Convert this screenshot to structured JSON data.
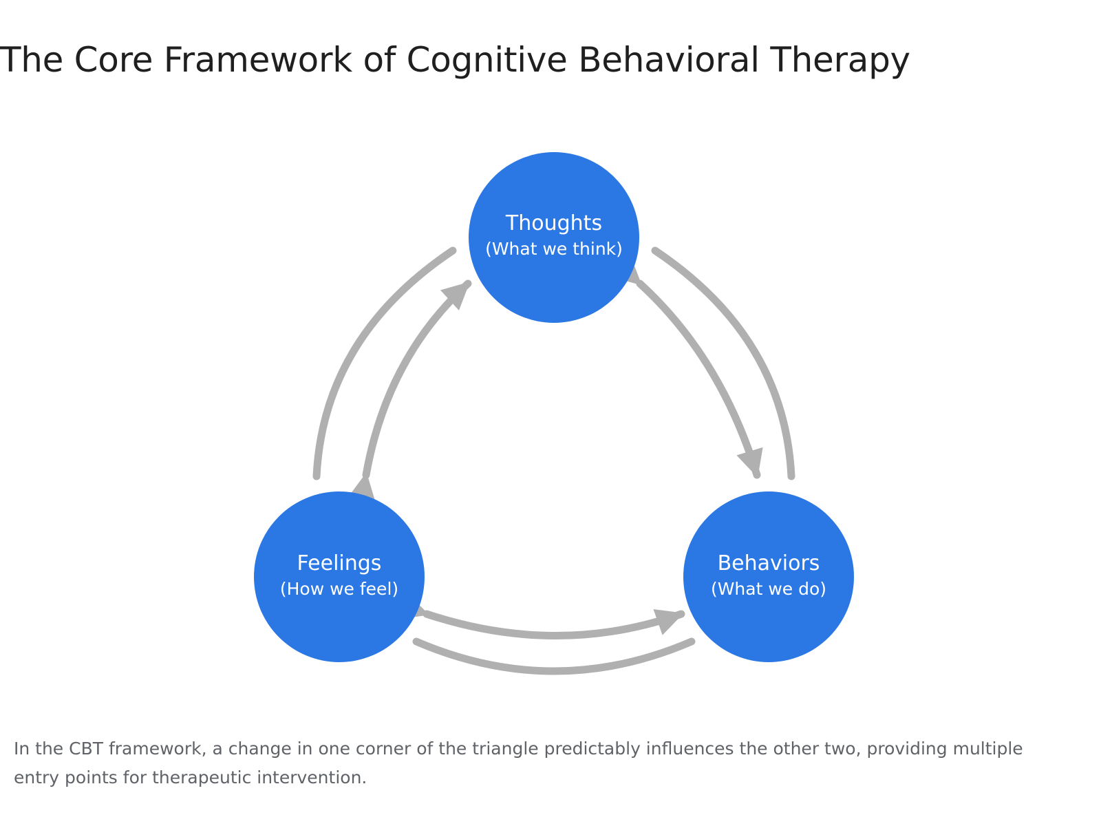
{
  "title": "The Core Framework of Cognitive Behavioral Therapy",
  "nodes": {
    "thoughts": {
      "label": "Thoughts",
      "sublabel": "(What we think)"
    },
    "feelings": {
      "label": "Feelings",
      "sublabel": "(How we feel)"
    },
    "behaviors": {
      "label": "Behaviors",
      "sublabel": "(What we do)"
    }
  },
  "caption": "In the CBT framework, a change in one corner of the triangle predictably influences the other two, providing multiple entry points for therapeutic intervention.",
  "colors": {
    "node_fill": "#2b78e4",
    "arrow": "#b0b0b0",
    "title_text": "#1f1f1f",
    "caption_text": "#5f6368"
  }
}
